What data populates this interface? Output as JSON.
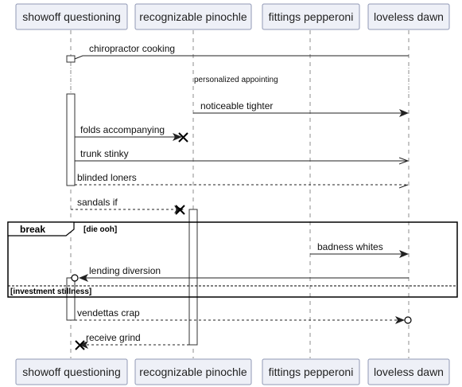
{
  "participants": [
    {
      "name": "showoff questioning"
    },
    {
      "name": "recognizable pinochle"
    },
    {
      "name": "fittings pepperoni"
    },
    {
      "name": "loveless dawn"
    }
  ],
  "messages": [
    {
      "label": "chiropractor cooking"
    },
    {
      "label": "personalized appointing"
    },
    {
      "label": "noticeable tighter"
    },
    {
      "label": "folds accompanying"
    },
    {
      "label": "trunk stinky"
    },
    {
      "label": "blinded loners"
    },
    {
      "label": "sandals if"
    },
    {
      "label": "badness whites"
    },
    {
      "label": "lending diversion"
    },
    {
      "label": "vendettas crap"
    },
    {
      "label": "receive grind"
    }
  ],
  "fragment": {
    "keyword": "break",
    "condition": "[die ooh]",
    "else_label": "[investment stillness]"
  }
}
